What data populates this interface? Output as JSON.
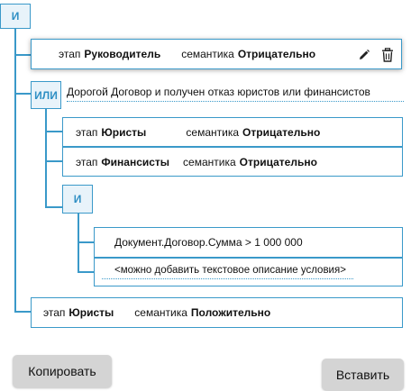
{
  "tree": {
    "root": {
      "operator": "И",
      "nodes": [
        {
          "stage_label": "этап",
          "stage_value": "Руководитель",
          "semantics_label": "семантика",
          "semantics_value": "Отрицательно"
        },
        {
          "operator": "ИЛИ",
          "description": "Дорогой Договор и получен отказ юристов или финансистов",
          "nodes": [
            {
              "stage_label": "этап",
              "stage_value": "Юристы",
              "semantics_label": "семантика",
              "semantics_value": "Отрицательно"
            },
            {
              "stage_label": "этап",
              "stage_value": "Финансисты",
              "semantics_label": "семантика",
              "semantics_value": "Отрицательно"
            },
            {
              "operator": "И",
              "nodes": [
                {
                  "condition": "Документ.Договор.Сумма > 1 000 000"
                },
                {
                  "placeholder": "<можно добавить текстовое описание условия>"
                }
              ]
            }
          ]
        },
        {
          "stage_label": "этап",
          "stage_value": "Юристы",
          "semantics_label": "семантика",
          "semantics_value": "Положительно"
        }
      ]
    }
  },
  "toolbar": {
    "edit_icon": "pencil-icon",
    "delete_icon": "trash-icon"
  },
  "buttons": {
    "copy_label": "Копировать",
    "paste_label": "Вставить"
  },
  "colors": {
    "accent": "#3a99c9",
    "operator_bg": "#e8f3fa",
    "button_bg": "#d4d4d4"
  }
}
